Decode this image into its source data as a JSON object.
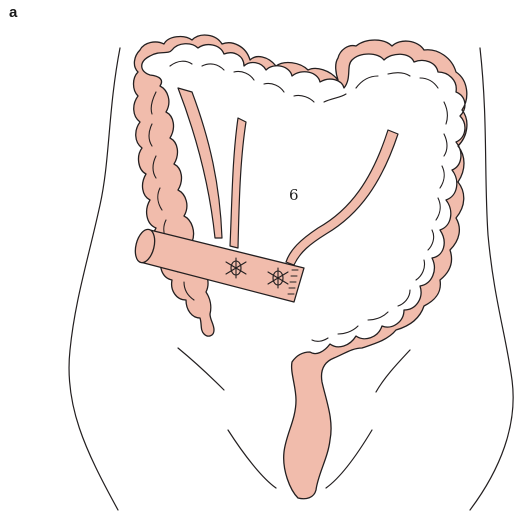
{
  "figure": {
    "panel_label": "a",
    "marker_label": "6"
  },
  "colors": {
    "tissue_fill": "#f1bcac",
    "outline": "#231f20",
    "background": "#ffffff"
  },
  "icons": [
    "colon-illustration",
    "torso-outline",
    "intestinal-segment",
    "stitch-icon",
    "mesentery-band"
  ]
}
